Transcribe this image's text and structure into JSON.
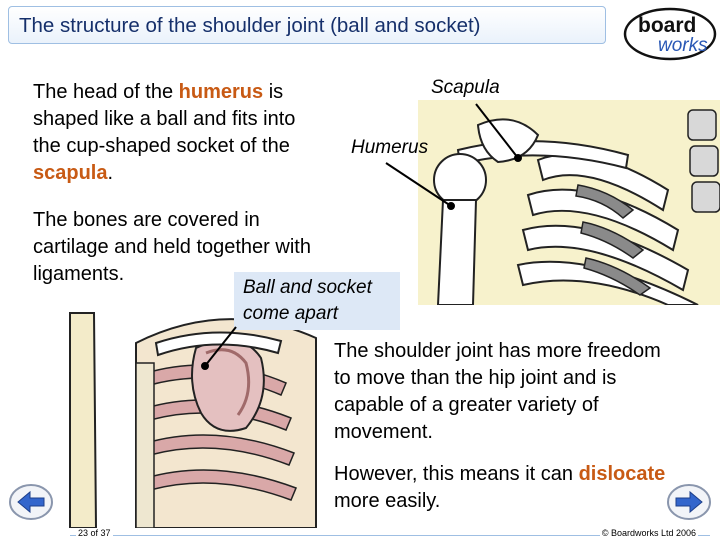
{
  "title": "The structure of the shoulder joint (ball and socket)",
  "logo": {
    "line1": "board",
    "line2": "works"
  },
  "para1": {
    "before": "The head of the ",
    "term1": "humerus",
    "middle": " is shaped like a ball and fits into the cup-shaped socket of the ",
    "term2": "scapula",
    "after": "."
  },
  "para2": "The bones are covered in cartilage and held together with ligaments.",
  "labels": {
    "scapula": "Scapula",
    "humerus": "Humerus",
    "ball_socket_1": "Ball and socket",
    "ball_socket_2": "come apart"
  },
  "para3": "The shoulder joint has more freedom to move than the hip joint and is capable of a greater variety of movement.",
  "para4": {
    "before": "However, this means it can ",
    "term": "dislocate",
    "after": " more easily."
  },
  "footer": {
    "page": "23 of 37",
    "copyright": "© Boardworks Ltd 2006"
  },
  "colors": {
    "highlight": "#c85a14",
    "title": "#16306b",
    "nav_arrow": "#3366cc"
  }
}
